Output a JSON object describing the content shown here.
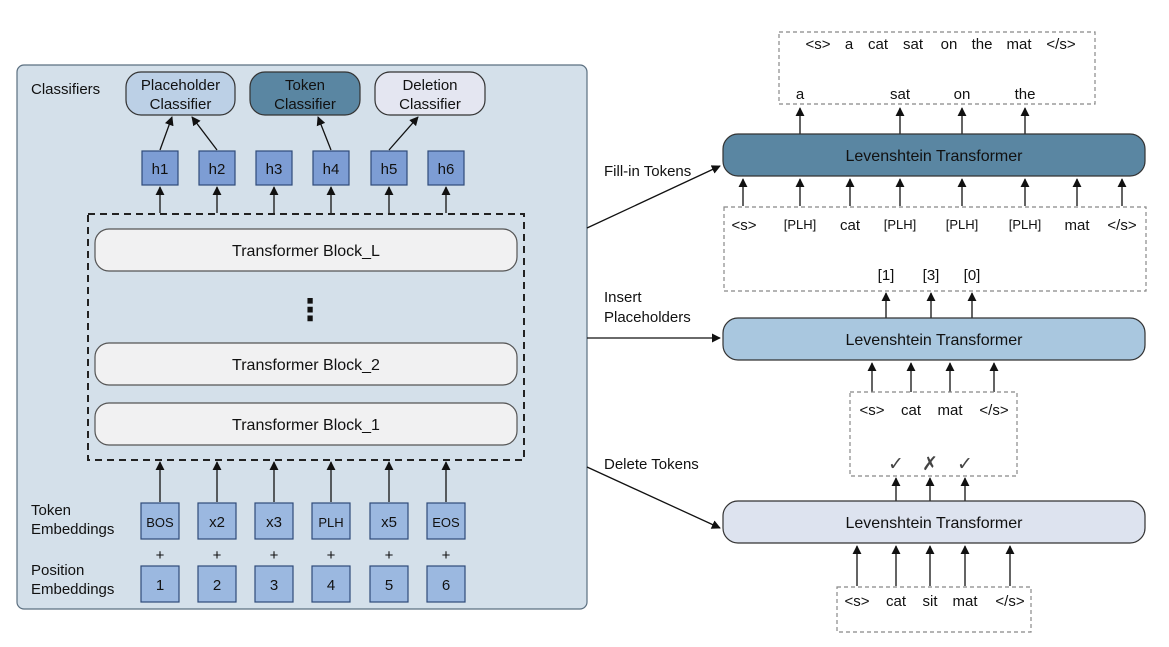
{
  "left": {
    "classifiers_label": "Classifiers",
    "placeholder_classifier": [
      "Placeholder",
      "Classifier"
    ],
    "token_classifier": [
      "Token",
      "Classifier"
    ],
    "deletion_classifier": [
      "Deletion",
      "Classifier"
    ],
    "hidden_states": [
      "h1",
      "h2",
      "h3",
      "h4",
      "h5",
      "h6"
    ],
    "blocks": {
      "top": "Transformer Block_L",
      "ellipsis": "⋮",
      "mid": "Transformer Block_2",
      "bottom": "Transformer Block_1"
    },
    "token_embeddings_label": [
      "Token",
      "Embeddings"
    ],
    "position_embeddings_label": [
      "Position",
      "Embeddings"
    ],
    "tokens": [
      "BOS",
      "x2",
      "x3",
      "PLH",
      "x5",
      "EOS"
    ],
    "plus": "+",
    "positions": [
      "1",
      "2",
      "3",
      "4",
      "5",
      "6"
    ]
  },
  "right": {
    "model_label": "Levenshtein Transformer",
    "fill_in_label": "Fill-in Tokens",
    "insert_label": [
      "Insert",
      "Placeholders"
    ],
    "delete_label": "Delete Tokens",
    "output_sentence": [
      "<s>",
      "a",
      "cat",
      "sat",
      "on",
      "the",
      "mat",
      "</s>"
    ],
    "filled_tokens": [
      "a",
      "sat",
      "on",
      "the"
    ],
    "placeholder_sequence": [
      "<s>",
      "[PLH]",
      "cat",
      "[PLH]",
      "[PLH]",
      "[PLH]",
      "mat",
      "</s>"
    ],
    "insert_counts": [
      "[1]",
      "[3]",
      "[0]"
    ],
    "after_delete": [
      "<s>",
      "cat",
      "mat",
      "</s>"
    ],
    "delete_marks": [
      "✓",
      "✗",
      "✓"
    ],
    "input_sentence": [
      "<s>",
      "cat",
      "sit",
      "mat",
      "</s>"
    ]
  },
  "colors": {
    "panel": "#d4e0ea",
    "lt_dark": "#5a86a2",
    "lt_mid": "#a9c7df",
    "lt_light": "#dde3ef",
    "token_classifier": "#5a86a2",
    "placeholder_classifier": "#bcd0e6",
    "deletion_classifier": "#e4e6f1"
  }
}
